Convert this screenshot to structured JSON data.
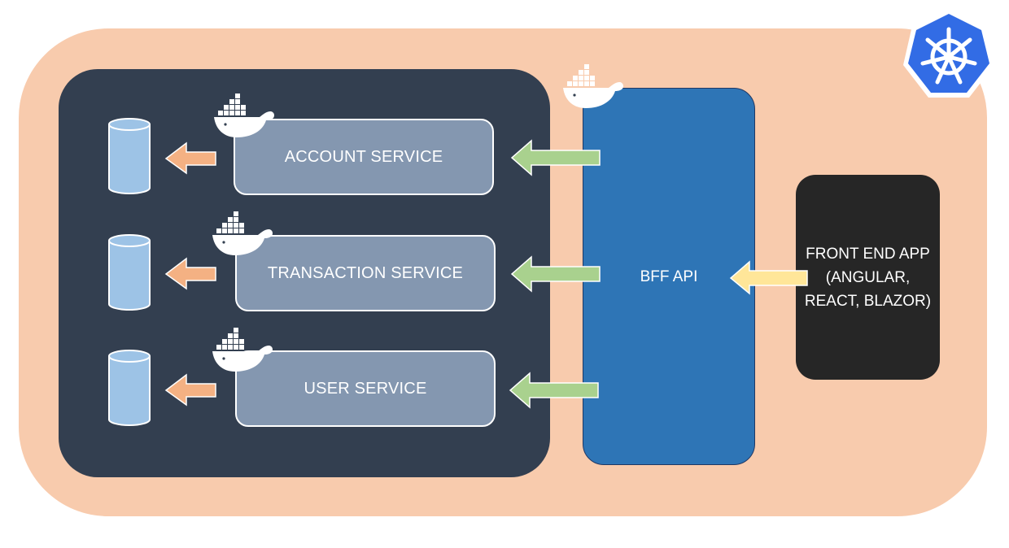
{
  "services": [
    {
      "label": "ACCOUNT SERVICE"
    },
    {
      "label": "TRANSACTION SERVICE"
    },
    {
      "label": "USER SERVICE"
    }
  ],
  "bff": {
    "label": "BFF API"
  },
  "frontend": {
    "label": "FRONT END APP (ANGULAR, REACT, BLAZOR)"
  },
  "icons": {
    "container": "docker-whale-icon",
    "orchestrator": "kubernetes-helm-icon",
    "database": "database-cylinder-icon"
  },
  "colors": {
    "cluster_bg": "#f8cbad",
    "services_panel": "#333f50",
    "service_box": "#8497b0",
    "bff": "#2e75b6",
    "frontend": "#262626",
    "arrow_green": "#a9d18e",
    "arrow_orange": "#f4b183",
    "arrow_yellow": "#ffe699",
    "database": "#9dc3e6",
    "kubernetes": "#326ce5"
  }
}
